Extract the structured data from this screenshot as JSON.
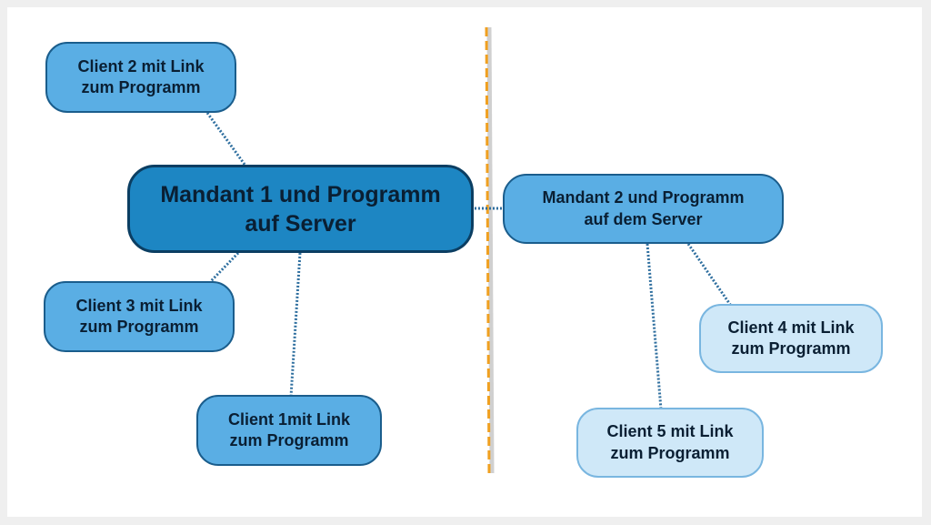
{
  "nodes": {
    "mandant1": {
      "line1": "Mandant 1 und Programm",
      "line2": "auf Server"
    },
    "mandant2": {
      "line1": "Mandant 2 und Programm",
      "line2": "auf dem Server"
    },
    "client1": {
      "line1": "Client 1mit Link",
      "line2": "zum Programm"
    },
    "client2": {
      "line1": "Client 2 mit Link",
      "line2": "zum Programm"
    },
    "client3": {
      "line1": "Client 3 mit Link",
      "line2": "zum Programm"
    },
    "client4": {
      "line1": "Client 4 mit Link",
      "line2": "zum Programm"
    },
    "client5": {
      "line1": "Client 5 mit Link",
      "line2": "zum Programm"
    }
  },
  "colors": {
    "main_fill": "#1d86c3",
    "main_border": "#0b3e62",
    "client_fill": "#5aaee4",
    "client_border": "#1a5d8c",
    "client_light_fill": "#cfe8f8",
    "client_light_border": "#79b6e0",
    "connector": "#2f6f9f",
    "divider": "#f0a020"
  }
}
